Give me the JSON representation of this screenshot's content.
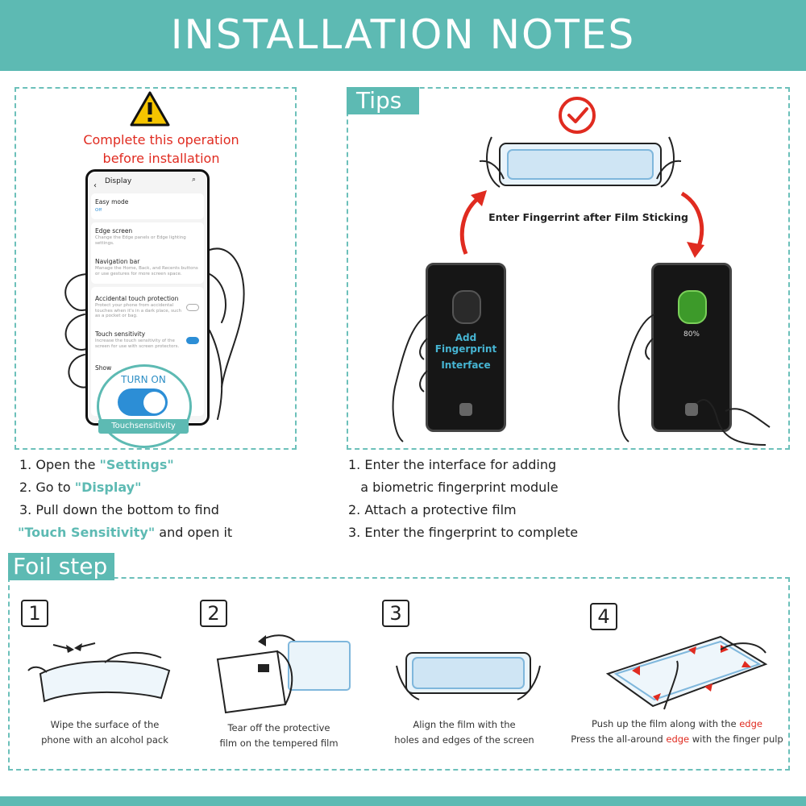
{
  "header": {
    "title": "INSTALLATION NOTES"
  },
  "left_panel": {
    "warning_line1": "Complete this operation",
    "warning_line2": "before installation",
    "phone_screen": {
      "title": "Display",
      "items": [
        {
          "label": "Easy mode",
          "sub": "Off"
        },
        {
          "label": "Edge screen",
          "sub": "Change the Edge panels or Edge lighting settings."
        },
        {
          "label": "Navigation bar",
          "sub": "Manage the Home, Back, and Recents buttons or use gestures for more screen space."
        },
        {
          "label": "Accidental touch protection",
          "sub": "Protect your phone from accidental touches when it's in a dark place, such as a pocket or bag."
        },
        {
          "label": "Touch sensitivity",
          "sub": "Increase the touch sensitivity of the screen for use with screen protectors."
        },
        {
          "label": "Show",
          "sub": ""
        }
      ]
    },
    "turn_on_label": "TURN ON",
    "touch_label": "Touchsensitivity",
    "steps": {
      "s1_prefix": "1. Open the ",
      "s1_highlight": "\"Settings\"",
      "s2_prefix": "2. Go to ",
      "s2_highlight": "\"Display\"",
      "s3_line1": "3. Pull down the bottom to find",
      "s3_highlight": "\"Touch Sensitivity\"",
      "s3_suffix": " and open it"
    }
  },
  "tips_panel": {
    "tag": "Tips",
    "caption": "Enter Fingerrint after Film Sticking",
    "left_phone_label_line1": "Add Fingerprint",
    "left_phone_label_line2": "Interface",
    "right_phone_percent": "80%",
    "steps": [
      "1. Enter the interface for adding",
      "   a biometric fingerprint module",
      "2. Attach a protective film",
      "3. Enter the fingerprint to complete"
    ]
  },
  "foil_panel": {
    "tag": "Foil step",
    "steps": [
      {
        "number": "1",
        "line1": "Wipe the surface of the",
        "line2": "phone with an alcohol pack"
      },
      {
        "number": "2",
        "line1": "Tear off the protective",
        "line2": "film on the tempered film"
      },
      {
        "number": "3",
        "line1": "Align the film with the",
        "line2": "holes and edges of the screen"
      },
      {
        "number": "4",
        "line1_a": "Push up the film along with the ",
        "line1_b": "edge",
        "line2_a": "Press the all-around ",
        "line2_b": "edge",
        "line2_c": " with the finger pulp"
      }
    ]
  },
  "colors": {
    "teal": "#5dbab3",
    "red": "#e02b20",
    "blue": "#2c8ed6"
  }
}
